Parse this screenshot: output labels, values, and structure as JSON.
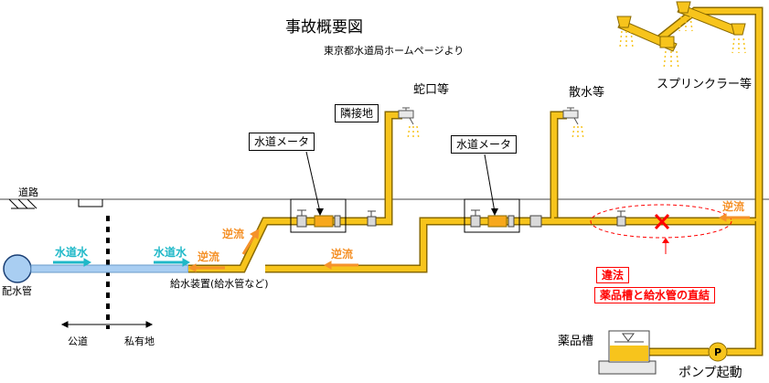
{
  "title": "事故概要図",
  "source": "東京都水道局ホームページより",
  "labels": {
    "road": "道路",
    "distribution_pipe": "配水管",
    "supply_device": "給水装置(給水管など)",
    "public_road": "公道",
    "private_land": "私有地",
    "faucet": "蛇口等",
    "sprinkle": "散水等",
    "sprinkler": "スプリンクラー等",
    "neighbor": "隣接地",
    "meter_1": "水道メータ",
    "meter_2": "水道メータ",
    "chemical_tank": "薬品槽",
    "pump_start": "ポンプ起動",
    "pump_symbol": "P"
  },
  "flows": {
    "tap_water_1": "水道水",
    "tap_water_2": "水道水",
    "backflow_1": "逆流",
    "backflow_2": "逆流",
    "backflow_3": "逆流",
    "backflow_4": "逆流"
  },
  "violation": {
    "title": "違法",
    "detail": "薬品槽と給水管の直結"
  },
  "colors": {
    "pipe": "#f7c41c",
    "pipe_outline": "#8a6a00",
    "tap_water": "#1fb8c8",
    "backflow": "#f5922a",
    "violation": "#ff0000",
    "main_pipe": "#9cc8ef"
  }
}
